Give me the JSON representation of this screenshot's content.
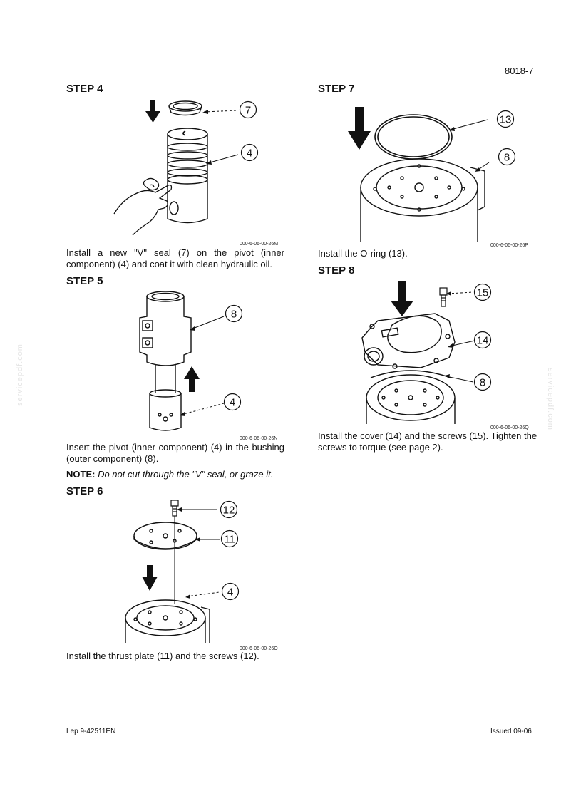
{
  "header": {
    "page_number": "8018-7"
  },
  "steps": [
    {
      "title": "STEP 4",
      "figure_code": "000-6-06-00-26M",
      "text": "Install a new \"V\" seal (7) on the pivot (inner component) (4) and coat it with clean hydraulic oil.",
      "callouts": [
        "7",
        "4"
      ]
    },
    {
      "title": "STEP 5",
      "figure_code": "000-6-06-00-26N",
      "text": "Insert the pivot (inner component) (4) in the bushing (outer component) (8).",
      "note_label": "NOTE:",
      "note_text": "Do not cut through the \"V\" seal, or graze it.",
      "callouts": [
        "8",
        "4"
      ]
    },
    {
      "title": "STEP 6",
      "figure_code": "000-6-06-00-26O",
      "text": "Install the thrust plate (11) and the screws (12).",
      "callouts": [
        "12",
        "11",
        "4"
      ]
    },
    {
      "title": "STEP 7",
      "figure_code": "000-6-06-00-26P",
      "text": "Install the O-ring (13).",
      "callouts": [
        "13",
        "8"
      ]
    },
    {
      "title": "STEP 8",
      "figure_code": "000-6-06-00-26Q",
      "text": "Install the cover (14) and the screws (15). Tighten the screws to torque (see page 2).",
      "callouts": [
        "15",
        "14",
        "8"
      ]
    }
  ],
  "footer": {
    "left": "Lep 9-42511EN",
    "right": "Issued 09-06"
  },
  "watermark": "servicepdf.com"
}
